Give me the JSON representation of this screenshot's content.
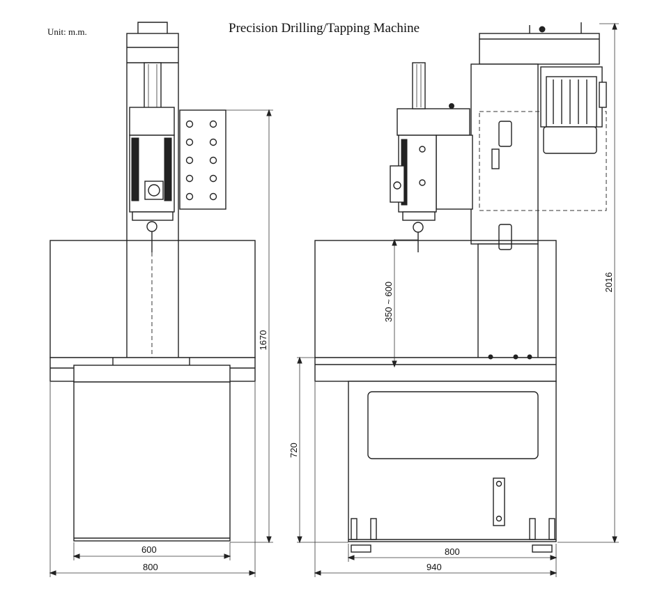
{
  "unit_label": "Unit: m.m.",
  "title": "Precision Drilling/Tapping Machine",
  "dimensions": {
    "front_table_width": "600",
    "front_base_width": "800",
    "front_height": "1670",
    "side_stroke_range": "350 ~ 600",
    "side_table_height": "720",
    "side_total_height": "2016",
    "side_cabinet_width": "800",
    "side_base_width": "940"
  }
}
